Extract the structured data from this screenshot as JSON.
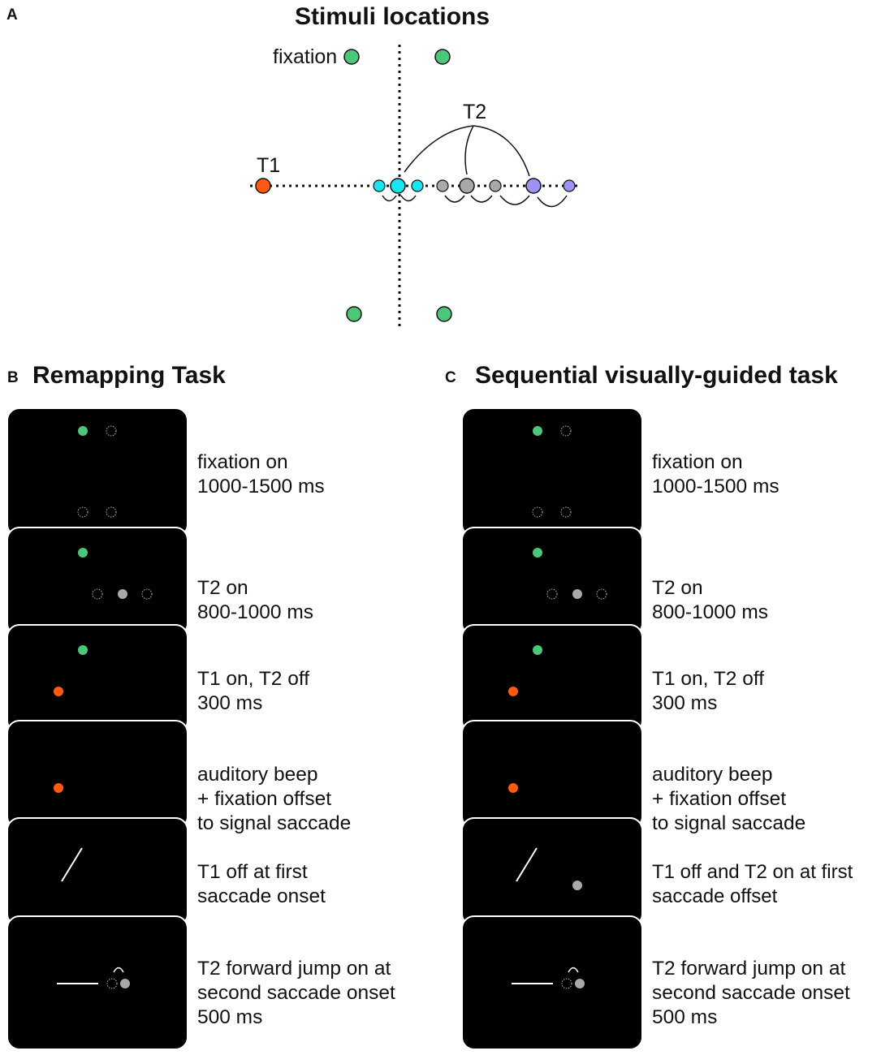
{
  "panel_a": {
    "letter": "A",
    "title": "Stimuli locations",
    "label_fixation": "fixation",
    "label_t1": "T1",
    "label_t2": "T2"
  },
  "panel_b": {
    "letter": "B",
    "title": "Remapping Task",
    "steps": [
      {
        "lines": [
          "fixation on",
          "1000-1500 ms"
        ]
      },
      {
        "lines": [
          "T2 on",
          "800-1000 ms"
        ]
      },
      {
        "lines": [
          "T1 on, T2 off",
          "300 ms"
        ]
      },
      {
        "lines": [
          "auditory beep",
          "+ fixation offset",
          "to signal saccade"
        ]
      },
      {
        "lines": [
          "T1 off at first",
          "saccade onset"
        ]
      },
      {
        "lines": [
          "T2 forward jump on at",
          "second saccade onset",
          "500 ms"
        ]
      }
    ]
  },
  "panel_c": {
    "letter": "C",
    "title": "Sequential visually-guided task",
    "steps": [
      {
        "lines": [
          "fixation on",
          "1000-1500 ms"
        ]
      },
      {
        "lines": [
          "T2 on",
          "800-1000 ms"
        ]
      },
      {
        "lines": [
          "T1 on, T2 off",
          "300 ms"
        ]
      },
      {
        "lines": [
          "auditory beep",
          "+ fixation offset",
          "to signal saccade"
        ]
      },
      {
        "lines": [
          "T1 off and T2 on at first",
          "saccade offset"
        ]
      },
      {
        "lines": [
          "T2 forward jump on at",
          "second saccade onset",
          "500 ms"
        ]
      }
    ]
  },
  "colors": {
    "fixation": "#4cc77a",
    "t1": "#ff5a10",
    "t2_cyan": "#17e6f2",
    "t2_gray": "#a9a9a9",
    "t2_purple": "#9d93f5",
    "screen": "#000000"
  }
}
